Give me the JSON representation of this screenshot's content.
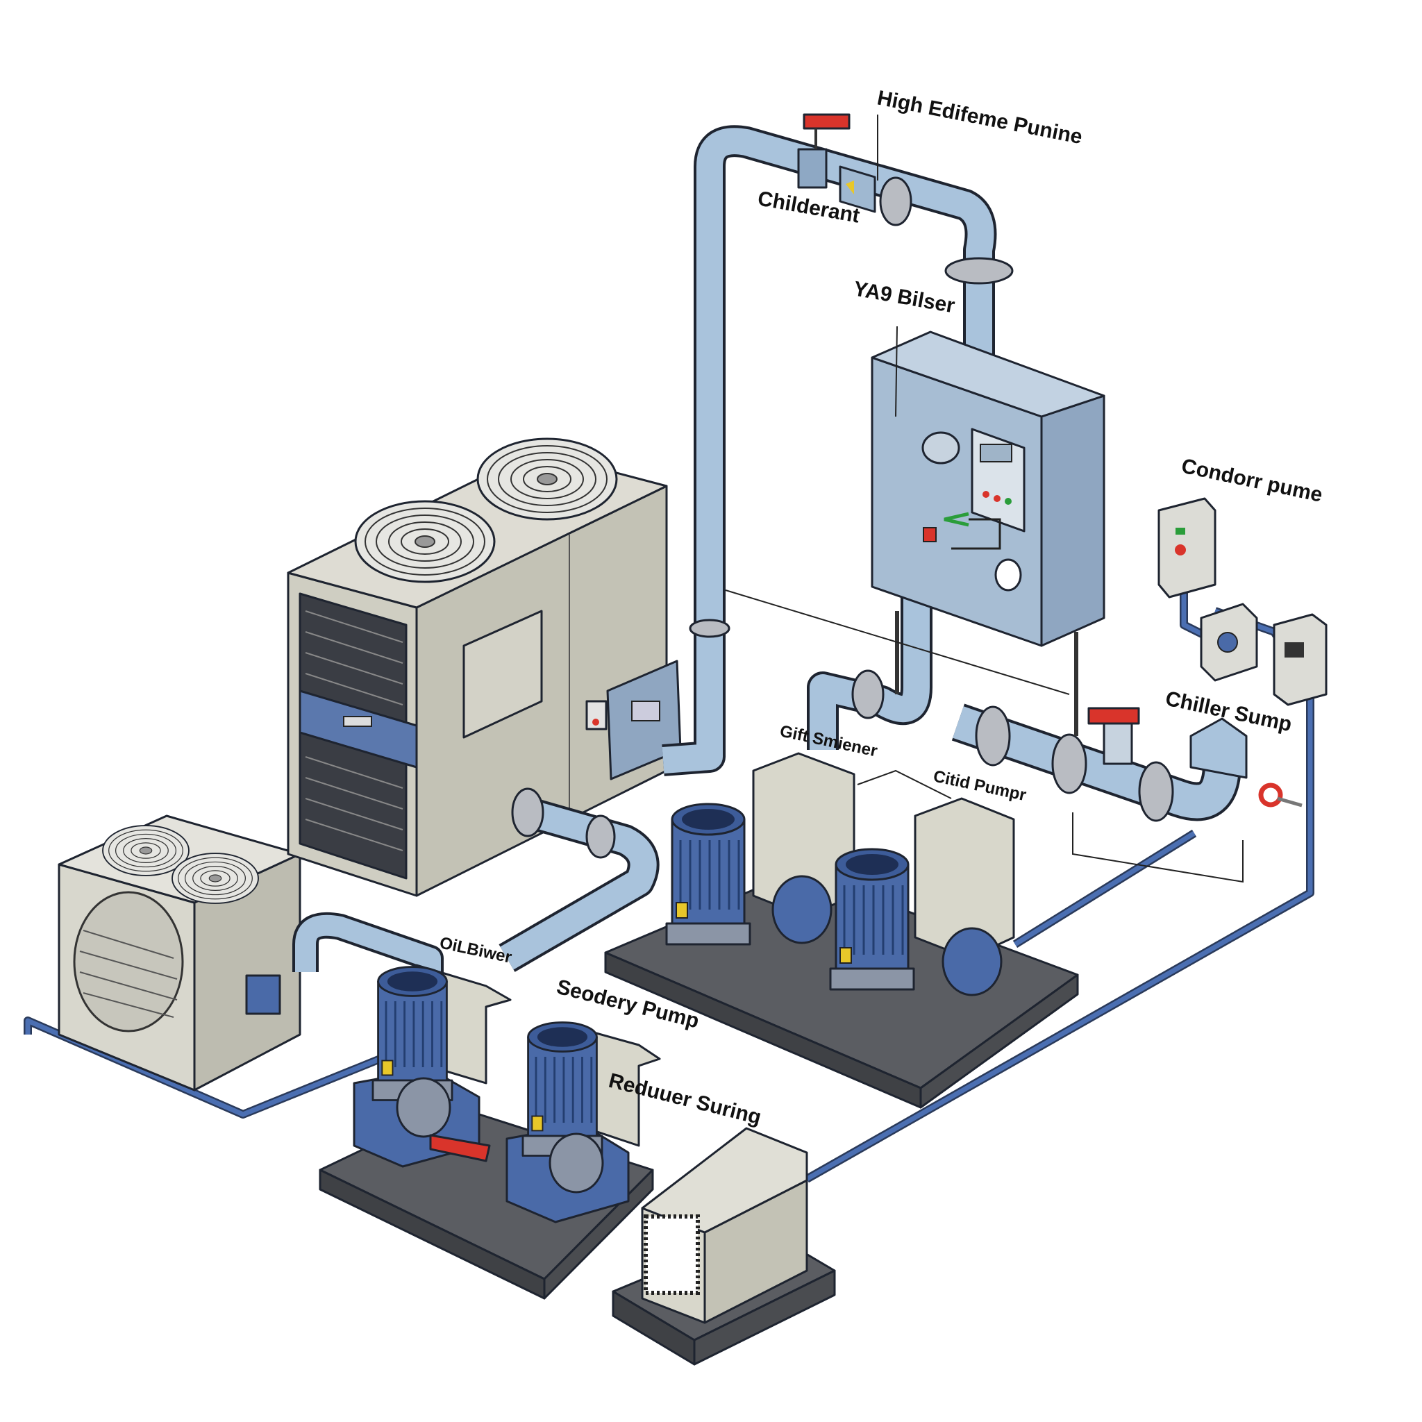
{
  "diagram": {
    "labels": {
      "high_efficiency_pump": "High Edifeme Punine",
      "childerant": "Childerant",
      "bilser": "YA9 Bilser",
      "condenser_pump": "Condorr pume",
      "chiller_sump": "Chiller Sump",
      "gift_smiener": "Gift Smiener",
      "chilled_pump": "Citid Pumpr",
      "oil_biwer": "OiLBiwer",
      "secondary_pump": "Seodery Pump",
      "reducer_suring": "Reduuer Suring"
    },
    "colors": {
      "pipe": "#a9c3dc",
      "pipe_dark": "#7f9cb9",
      "motor_blue": "#4a6aa8",
      "line_blue": "#4b6fb2",
      "panel": "#a7bdd3",
      "unit_gray": "#c9c8bb",
      "base_dark": "#55575c",
      "valve_red": "#d9342b",
      "accent_yellow": "#e8c72a"
    }
  }
}
